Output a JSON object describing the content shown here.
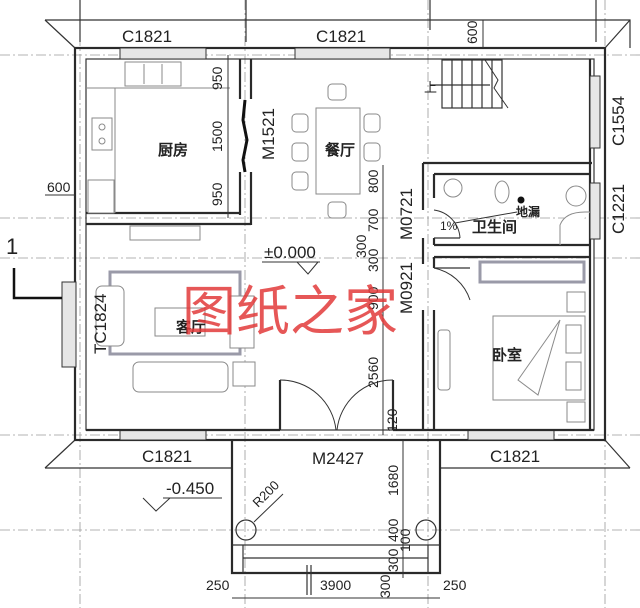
{
  "drawing": {
    "type": "floor-plan",
    "watermark": "图纸之家",
    "rooms": {
      "kitchen": "厨房",
      "dining": "餐厅",
      "living": "客厅",
      "bathroom": "卫生间",
      "bedroom": "卧室"
    },
    "windows": {
      "top_left": "C1821",
      "top_middle": "C1821",
      "right_upper": "C1554",
      "right_lower": "C1221",
      "left": "TC1824",
      "bottom_left": "C1821",
      "bottom_right": "C1821"
    },
    "doors": {
      "kitchen": "M1521",
      "bathroom": "M0721",
      "bedroom": "M0921",
      "entrance": "M2427"
    },
    "elevations": {
      "floor": "±0.000",
      "outside": "-0.450"
    },
    "annotations": {
      "stair_up": "上",
      "floor_drain": "地漏",
      "slope": "1%",
      "column_radius": "R200",
      "section_mark": "1"
    },
    "dimensions": {
      "kitchen_wall": [
        "950",
        "1500",
        "950"
      ],
      "right_vertical": [
        "800",
        "700",
        "300",
        "300",
        "900",
        "2560",
        "120"
      ],
      "porch_vertical": [
        "1680",
        "400",
        "100",
        "300",
        "300"
      ],
      "top_offset": "600",
      "left_offset": "600",
      "bottom": [
        "250",
        "3900",
        "250"
      ]
    }
  }
}
